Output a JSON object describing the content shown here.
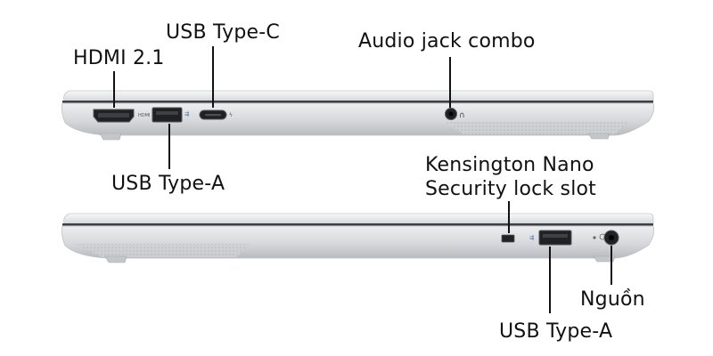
{
  "labels": {
    "hdmi": "HDMI 2.1",
    "usb_c": "USB Type-C",
    "audio": "Audio jack combo",
    "usb_a_top": "USB Type-A",
    "kensington_line1": "Kensington Nano",
    "kensington_line2": "Security lock slot",
    "power": "Nguồn",
    "usb_a_bottom": "USB Type-A"
  },
  "colors": {
    "chassis_light": "#f1f2f4",
    "chassis_mid": "#d9dbde",
    "chassis_dark": "#a9acb0",
    "seam": "#3c3f43",
    "port": "#1f2124",
    "leader_line": "#111111"
  },
  "icons": {
    "hdmi_port": "hdmi-port-icon",
    "usb_a_port": "usb-a-port-icon",
    "usb_c_port": "usb-c-port-icon",
    "audio_jack": "audio-jack-icon",
    "lock_slot": "kensington-lock-icon",
    "power_jack": "power-jack-icon"
  }
}
